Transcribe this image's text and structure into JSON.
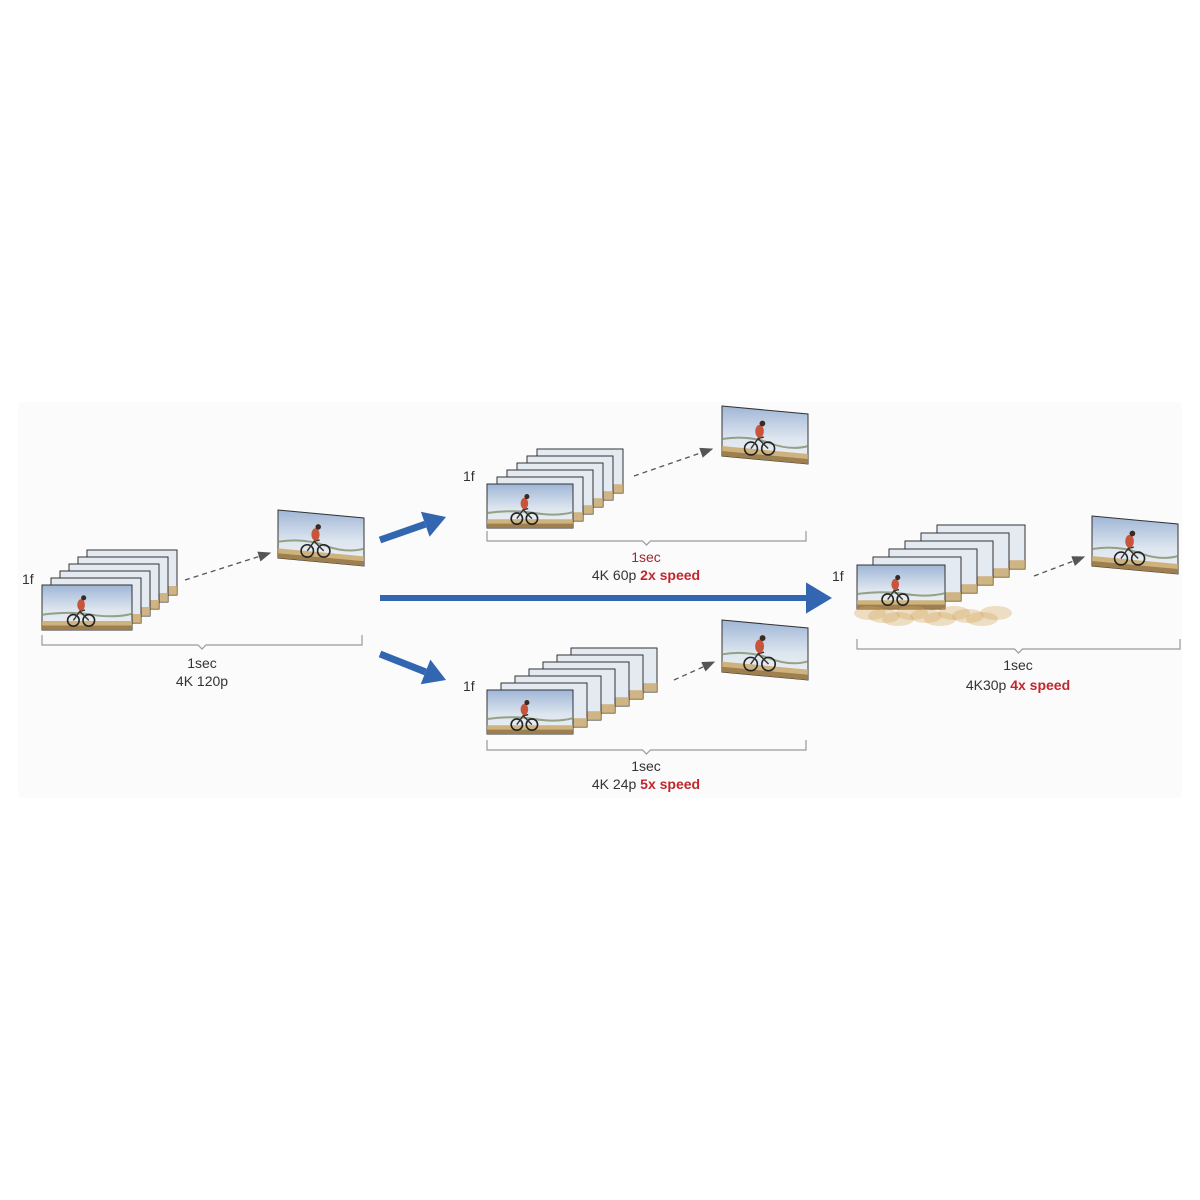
{
  "colors": {
    "arrow": "#3366b0",
    "speed_text": "#c0272d",
    "bracket": "#9a9a9a"
  },
  "source": {
    "frame_label": "1f",
    "duration": "1sec",
    "format": "4K 120p"
  },
  "outputs": [
    {
      "id": "60p",
      "frame_label": "1f",
      "duration": "1sec",
      "format": "4K 60p",
      "speed": "2x speed"
    },
    {
      "id": "30p",
      "frame_label": "1f",
      "duration": "1sec",
      "format": "4K30p",
      "speed": "4x speed"
    },
    {
      "id": "24p",
      "frame_label": "1f",
      "duration": "1sec",
      "format": "4K 24p",
      "speed": "5x speed"
    }
  ]
}
